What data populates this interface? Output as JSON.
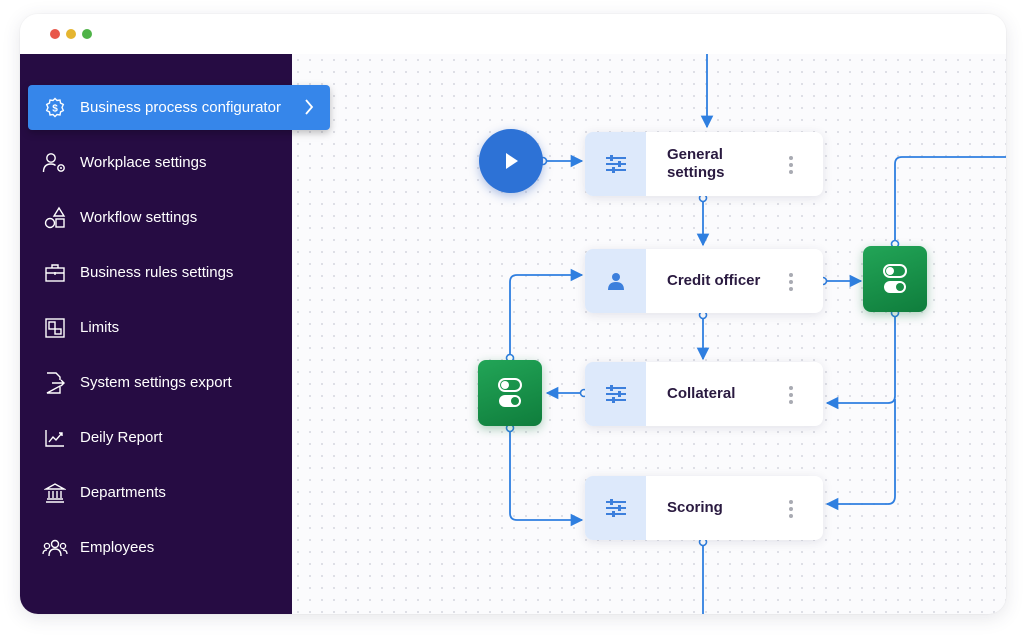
{
  "window": {
    "traffic_lights": [
      "#e8574a",
      "#e5b530",
      "#4fb348"
    ]
  },
  "sidebar": {
    "items": [
      {
        "label": "Business process configurator",
        "icon": "dollar-gear-icon",
        "active": true
      },
      {
        "label": "Workplace settings",
        "icon": "user-gear-icon"
      },
      {
        "label": "Workflow settings",
        "icon": "shapes-icon"
      },
      {
        "label": "Business rules settings",
        "icon": "briefcase-icon"
      },
      {
        "label": "Limits",
        "icon": "layout-icon"
      },
      {
        "label": "System settings export",
        "icon": "file-export-icon"
      },
      {
        "label": "Deily Report",
        "icon": "chart-trend-icon"
      },
      {
        "label": "Departments",
        "icon": "bank-icon"
      },
      {
        "label": "Employees",
        "icon": "users-icon"
      }
    ]
  },
  "workflow": {
    "nodes": [
      {
        "label": "General settings",
        "icon": "sliders-icon"
      },
      {
        "label": "Credit officer",
        "icon": "user-icon"
      },
      {
        "label": "Collateral",
        "icon": "sliders-icon"
      },
      {
        "label": "Scoring",
        "icon": "sliders-icon"
      }
    ],
    "start_icon": "play-icon",
    "gateway_icon": "toggle-icon"
  },
  "colors": {
    "sidebar": "#260c43",
    "accent": "#3686ea",
    "gateway": "#1a9a4e",
    "connector": "#2f7fe0"
  }
}
